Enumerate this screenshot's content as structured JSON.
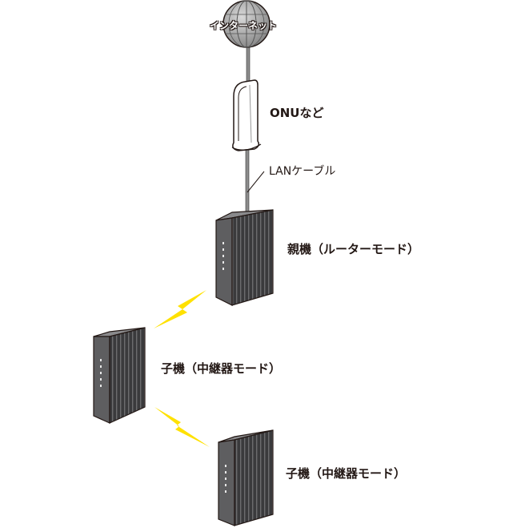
{
  "labels": {
    "internet": "インターネット",
    "onu": "ONUなど",
    "lan_cable": "LANケーブル",
    "parent": "親機（ルーターモード）",
    "child1": "子機（中継器モード）",
    "child2": "子機（中継器モード）"
  },
  "colors": {
    "device_dark": "#3a3a3c",
    "device_side": "#5e5e60",
    "device_top": "#8a8a8c",
    "cable": "#8c8c8c",
    "wireless": "#ffe100",
    "globe": "#9a9a9a",
    "text": "#231815"
  },
  "icons": {
    "globe": "globe-icon",
    "onu": "onu-device-icon",
    "router": "router-icon",
    "wireless": "lightning-bolt-icon"
  }
}
